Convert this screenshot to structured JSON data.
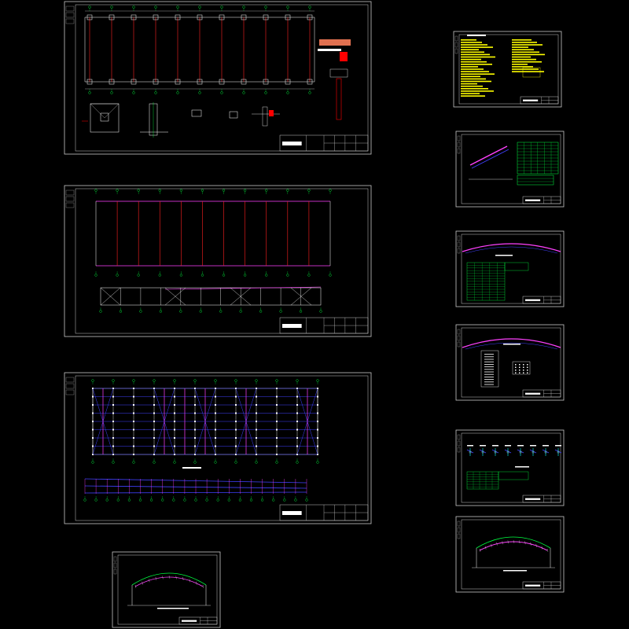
{
  "drawing": {
    "background": "#000000",
    "colors": {
      "frame": "#c8c8c8",
      "grid_line": "#ff2020",
      "axis_marker": "#00ff40",
      "member_blue": "#4040ff",
      "member_magenta": "#ff40ff",
      "dimension": "#ffffff",
      "text_yellow": "#ffff00",
      "table_green": "#00ff40",
      "detail_red": "#ff0000",
      "cyan": "#00ffff"
    },
    "sheets": [
      {
        "id": "foundation-plan",
        "content": "grid-plan-foundation"
      },
      {
        "id": "column-layout",
        "content": "grid-plan-columns"
      },
      {
        "id": "roof-purlin-plan",
        "content": "braced-roof-plan"
      },
      {
        "id": "arch-elevation-small",
        "content": "arch-elevation"
      },
      {
        "id": "design-notes",
        "content": "yellow-notes"
      },
      {
        "id": "member-table",
        "content": "member-table"
      },
      {
        "id": "arch-truss-table",
        "content": "arch-table"
      },
      {
        "id": "arch-truss-detail",
        "content": "arch-detail"
      },
      {
        "id": "node-details",
        "content": "node-details"
      },
      {
        "id": "arch-section",
        "content": "arch-section"
      }
    ]
  }
}
